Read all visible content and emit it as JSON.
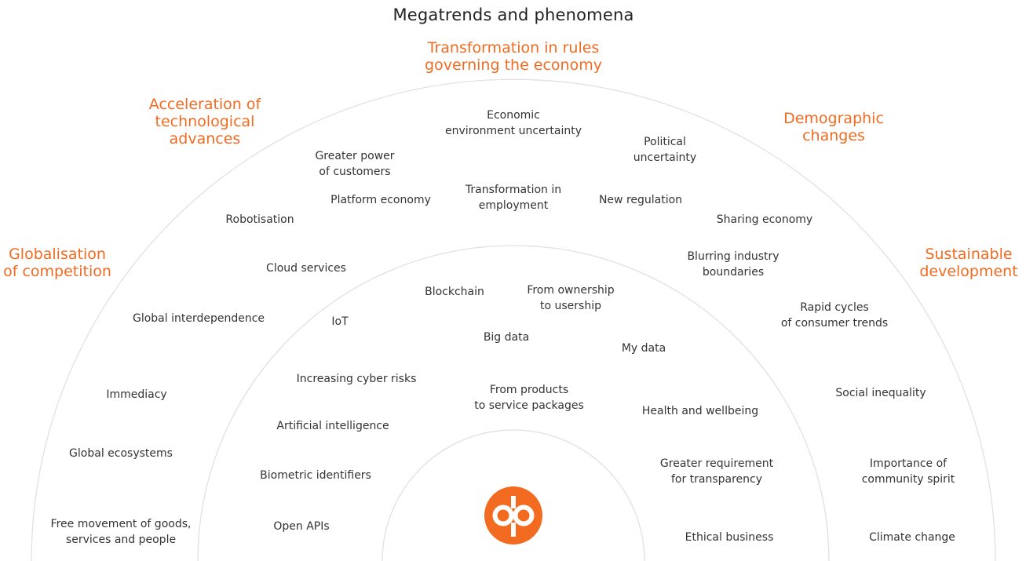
{
  "title": "Megatrends and phenomena",
  "colors": {
    "accent": "#f26b21",
    "arc": "#e1e1e1",
    "text": "#333333"
  },
  "logo": {
    "name": "op-logo"
  },
  "megatrends": [
    {
      "key": "transformation-rules",
      "lines": [
        "Transformation in rules",
        "governing the economy"
      ]
    },
    {
      "key": "acceleration-tech",
      "lines": [
        "Acceleration of",
        "technological",
        "advances"
      ]
    },
    {
      "key": "demographic",
      "lines": [
        "Demographic",
        "changes"
      ]
    },
    {
      "key": "globalisation",
      "lines": [
        "Globalisation",
        "of competition"
      ]
    },
    {
      "key": "sustainable",
      "lines": [
        "Sustainable",
        "development"
      ]
    }
  ],
  "phenomena": [
    {
      "key": "economic-uncertainty",
      "lines": [
        "Economic",
        "environment uncertainty"
      ]
    },
    {
      "key": "greater-power",
      "lines": [
        "Greater power",
        "of customers"
      ]
    },
    {
      "key": "political-uncertainty",
      "lines": [
        "Political",
        "uncertainty"
      ]
    },
    {
      "key": "platform-economy",
      "lines": [
        "Platform economy"
      ]
    },
    {
      "key": "transformation-employment",
      "lines": [
        "Transformation in",
        "employment"
      ]
    },
    {
      "key": "new-regulation",
      "lines": [
        "New regulation"
      ]
    },
    {
      "key": "robotisation",
      "lines": [
        "Robotisation"
      ]
    },
    {
      "key": "sharing-economy",
      "lines": [
        "Sharing economy"
      ]
    },
    {
      "key": "cloud-services",
      "lines": [
        "Cloud services"
      ]
    },
    {
      "key": "blurring-industry",
      "lines": [
        "Blurring industry",
        "boundaries"
      ]
    },
    {
      "key": "blockchain",
      "lines": [
        "Blockchain"
      ]
    },
    {
      "key": "ownership-usership",
      "lines": [
        "From ownership",
        "to usership"
      ]
    },
    {
      "key": "rapid-cycles",
      "lines": [
        "Rapid cycles",
        "of consumer trends"
      ]
    },
    {
      "key": "global-interdependence",
      "lines": [
        "Global interdependence"
      ]
    },
    {
      "key": "iot",
      "lines": [
        "IoT"
      ]
    },
    {
      "key": "big-data",
      "lines": [
        "Big data"
      ]
    },
    {
      "key": "my-data",
      "lines": [
        "My data"
      ]
    },
    {
      "key": "increasing-cyber",
      "lines": [
        "Increasing cyber risks"
      ]
    },
    {
      "key": "immediacy",
      "lines": [
        "Immediacy"
      ]
    },
    {
      "key": "products-services",
      "lines": [
        "From products",
        "to service packages"
      ]
    },
    {
      "key": "social-inequality",
      "lines": [
        "Social inequality"
      ]
    },
    {
      "key": "health-wellbeing",
      "lines": [
        "Health and wellbeing"
      ]
    },
    {
      "key": "artificial-intelligence",
      "lines": [
        "Artificial intelligence"
      ]
    },
    {
      "key": "global-ecosystems",
      "lines": [
        "Global ecosystems"
      ]
    },
    {
      "key": "greater-requirement",
      "lines": [
        "Greater requirement",
        "for transparency"
      ]
    },
    {
      "key": "importance-community",
      "lines": [
        "Importance of",
        "community spirit"
      ]
    },
    {
      "key": "biometric",
      "lines": [
        "Biometric identifiers"
      ]
    },
    {
      "key": "free-movement",
      "lines": [
        "Free movement of goods,",
        "services and people"
      ]
    },
    {
      "key": "open-apis",
      "lines": [
        "Open APIs"
      ]
    },
    {
      "key": "ethical-business",
      "lines": [
        "Ethical business"
      ]
    },
    {
      "key": "climate-change",
      "lines": [
        "Climate change"
      ]
    }
  ]
}
